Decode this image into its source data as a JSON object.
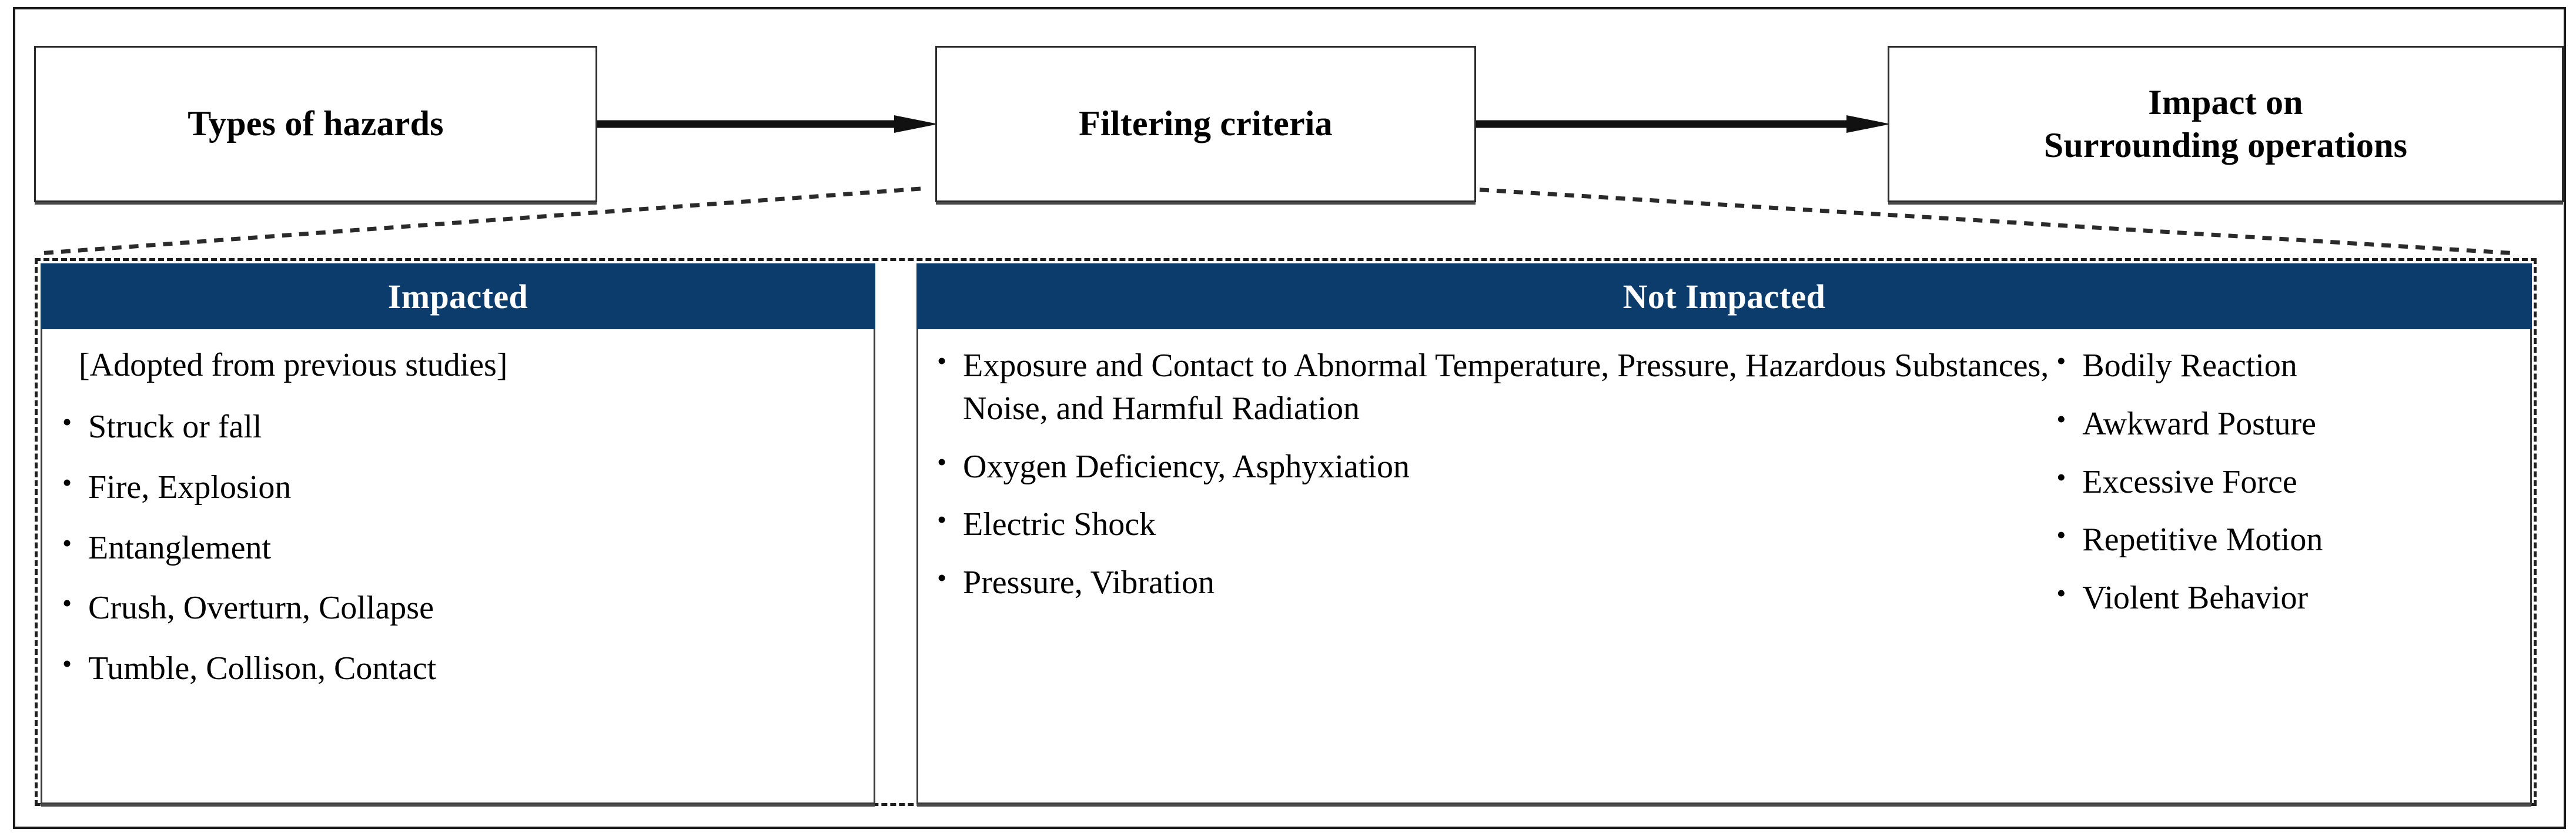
{
  "flow": {
    "boxes": [
      {
        "id": "types-of-hazards",
        "label": "Types of hazards"
      },
      {
        "id": "filtering-criteria",
        "label": "Filtering criteria"
      },
      {
        "id": "impact-on-surrounding-operations",
        "line1": "Impact on",
        "line2": "Surrounding operations"
      }
    ],
    "arrow_glyph": "arrow-right"
  },
  "colors": {
    "header_navy": "#0b3c6b",
    "header_text": "#ffffff",
    "border_dark": "#3a3a3a",
    "frame": "#1a1a1a"
  },
  "panels": {
    "impacted": {
      "header": "Impacted",
      "note": "[Adopted from previous studies]",
      "items": [
        "Struck or fall",
        "Fire, Explosion",
        "Entanglement",
        "Crush, Overturn, Collapse",
        "Tumble, Collison, Contact"
      ]
    },
    "not_impacted": {
      "header": "Not Impacted",
      "column_left": [
        "Exposure and Contact to Abnormal Temperature, Pressure, Hazardous Substances, Noise, and  Harmful Radiation",
        "Oxygen Deficiency, Asphyxiation",
        "Electric Shock",
        "Pressure, Vibration"
      ],
      "column_right": [
        "Bodily Reaction",
        "Awkward Posture",
        "Excessive Force",
        "Repetitive Motion",
        "Violent Behavior"
      ]
    }
  }
}
